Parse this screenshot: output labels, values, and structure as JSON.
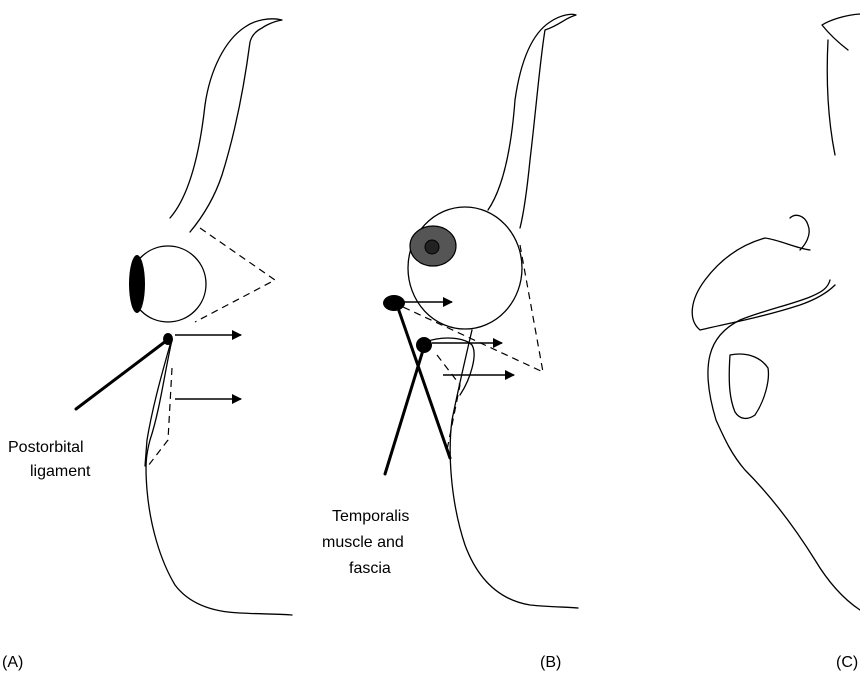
{
  "panels": [
    {
      "id": "A",
      "label": "(A)",
      "annotation": [
        "Postorbital",
        "ligament"
      ]
    },
    {
      "id": "B",
      "label": "(B)",
      "annotation": [
        "Temporalis",
        "muscle and",
        "fascia"
      ]
    },
    {
      "id": "C",
      "label": "(C)"
    }
  ]
}
